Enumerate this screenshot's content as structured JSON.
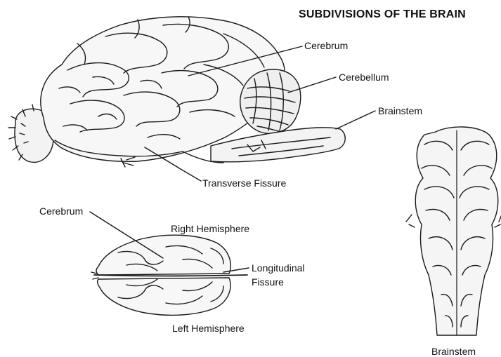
{
  "title": "SUBDIVISIONS OF THE BRAIN",
  "lateral_view": {
    "labels": {
      "cerebrum": "Cerebrum",
      "cerebellum": "Cerebellum",
      "brainstem": "Brainstem",
      "transverse_fissure": "Transverse Fissure"
    }
  },
  "dorsal_view": {
    "labels": {
      "cerebrum": "Cerebrum",
      "right_hemisphere": "Right Hemisphere",
      "longitudinal_fissure_line1": "Longitudinal",
      "longitudinal_fissure_line2": "Fissure",
      "left_hemisphere": "Left Hemisphere"
    }
  },
  "brainstem_view": {
    "caption": "Brainstem"
  }
}
